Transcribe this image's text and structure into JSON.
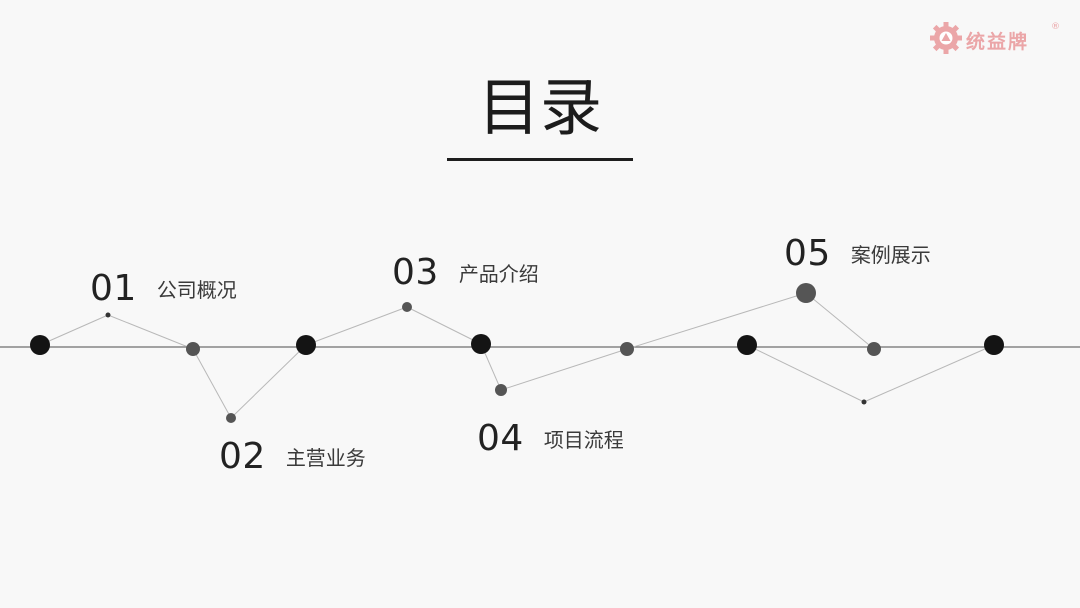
{
  "brand": {
    "name": "统益牌",
    "registered": "®",
    "color": "#eba6a8"
  },
  "title": "目录",
  "items": [
    {
      "number": "01",
      "label": "公司概况"
    },
    {
      "number": "02",
      "label": "主营业务"
    },
    {
      "number": "03",
      "label": "产品介绍"
    },
    {
      "number": "04",
      "label": "项目流程"
    },
    {
      "number": "05",
      "label": "案例展示"
    }
  ],
  "colors": {
    "node_dark": "#141414",
    "node_mid": "#555555",
    "line": "#b8b8b8",
    "axis": "#6e6e6e"
  }
}
